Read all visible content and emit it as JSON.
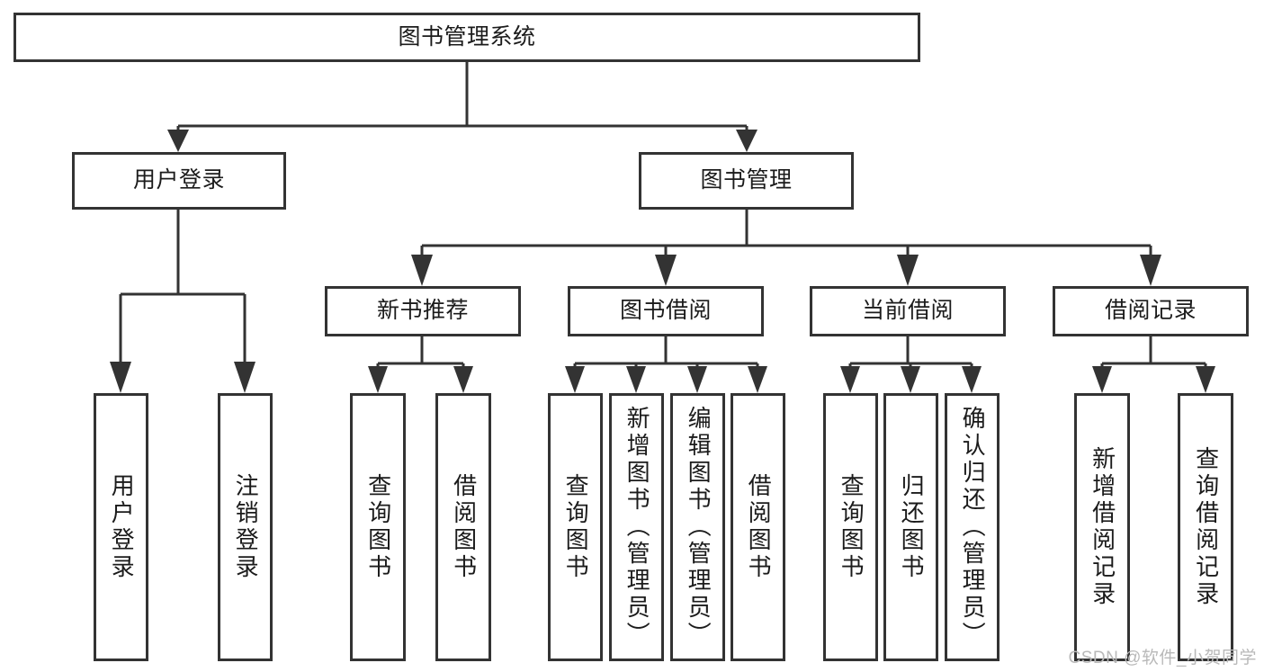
{
  "diagram": {
    "title": "图书管理系统",
    "type": "tree-hierarchy-diagram",
    "colors": {
      "box_stroke": "#333333",
      "box_fill": "#ffffff",
      "connector": "#333333",
      "text": "#1b1b1b",
      "watermark": "#b9b9b9",
      "background": "#ffffff"
    },
    "root": {
      "label": "图书管理系统"
    },
    "level2": [
      {
        "label": "用户登录"
      },
      {
        "label": "图书管理"
      }
    ],
    "level3": [
      {
        "label": "新书推荐"
      },
      {
        "label": "图书借阅"
      },
      {
        "label": "当前借阅"
      },
      {
        "label": "借阅记录"
      }
    ],
    "leaves": {
      "user_login": [
        {
          "label": "用户登录"
        },
        {
          "label": "注销登录"
        }
      ],
      "new_book_recommend": [
        {
          "label": "查询图书"
        },
        {
          "label": "借阅图书"
        }
      ],
      "book_borrow": [
        {
          "label": "查询图书"
        },
        {
          "label": "新增图书（管理员）"
        },
        {
          "label": "编辑图书（管理员）"
        },
        {
          "label": "借阅图书"
        }
      ],
      "current_borrow": [
        {
          "label": "查询图书"
        },
        {
          "label": "归还图书"
        },
        {
          "label": "确认归还（管理员）"
        }
      ],
      "borrow_records": [
        {
          "label": "新增借阅记录"
        },
        {
          "label": "查询借阅记录"
        }
      ]
    }
  },
  "watermark": {
    "text": "CSDN @软件_小贺同学"
  }
}
